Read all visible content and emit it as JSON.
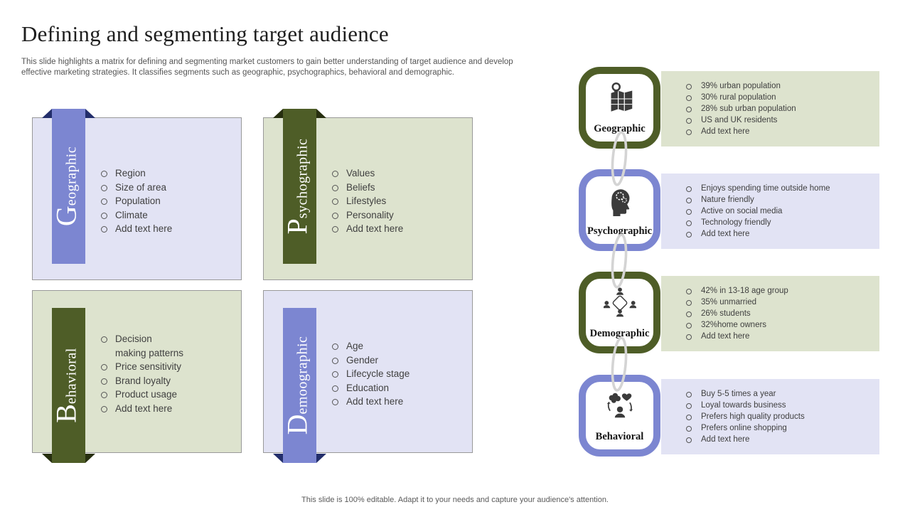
{
  "slide": {
    "title": "Defining and segmenting target audience",
    "subtitle": "This slide highlights a matrix for defining and segmenting market customers to gain better understanding of target audience and develop effective  marketing strategies. It classifies segments such as geographic, psychographics, behavioral and demographic.",
    "footer": "This slide is 100% editable. Adapt it to your needs and capture your audience's attention."
  },
  "colors": {
    "purple": "#7c86d1",
    "purple_light": "#e2e3f4",
    "navy_fold": "#232e6b",
    "olive": "#4e5d27",
    "olive_light": "#dde3ce",
    "olive_fold": "#272f10",
    "chain": "#d4d4d4",
    "text": "#404040"
  },
  "matrix": [
    {
      "id": "geographic",
      "label_cap": "G",
      "label_rest": "eographic",
      "theme": "purple",
      "items": [
        "Region",
        "Size of area",
        "Population",
        "Climate",
        "Add text here"
      ]
    },
    {
      "id": "psychographic",
      "label_cap": "P",
      "label_rest": "sychographic",
      "theme": "olive",
      "items": [
        "Values",
        "Beliefs",
        "Lifestyles",
        "Personality",
        "Add text here"
      ]
    },
    {
      "id": "behavioral",
      "label_cap": "B",
      "label_rest": "ehavioral",
      "theme": "olive",
      "items": [
        "Decision\nmaking patterns",
        "Price sensitivity",
        "Brand loyalty",
        "Product usage",
        "Add text here"
      ]
    },
    {
      "id": "demographic",
      "label_cap": "D",
      "label_rest": "emoographic",
      "theme": "purple",
      "items": [
        "Age",
        "Gender",
        "Lifecycle stage",
        "Education",
        "Add text here"
      ]
    }
  ],
  "segments": [
    {
      "id": "geographic",
      "label": "Geographic",
      "icon": "map-pin-icon",
      "theme": "olive",
      "items": [
        "39% urban  population",
        "30% rural population",
        "28% sub urban  population",
        "US and UK residents",
        "Add text here"
      ]
    },
    {
      "id": "psychographic",
      "label": "Psychographic",
      "icon": "head-brain-gears-icon",
      "theme": "purple",
      "items": [
        "Enjoys spending time outside home",
        "Nature friendly",
        "Active on social media",
        "Technology friendly",
        "Add text here"
      ]
    },
    {
      "id": "demographic",
      "label": "Demographic",
      "icon": "people-network-icon",
      "theme": "olive",
      "items": [
        "42% in 13-18  age group",
        "35% unmarried",
        "26% students",
        "32%home owners",
        "Add text here"
      ]
    },
    {
      "id": "behavioral",
      "label": "Behavioral",
      "icon": "behavior-cycle-icon",
      "theme": "purple",
      "items": [
        "Buy 5-5 times a  year",
        "Loyal towards business",
        "Prefers high quality products",
        "Prefers online shopping",
        "Add text here"
      ]
    }
  ]
}
